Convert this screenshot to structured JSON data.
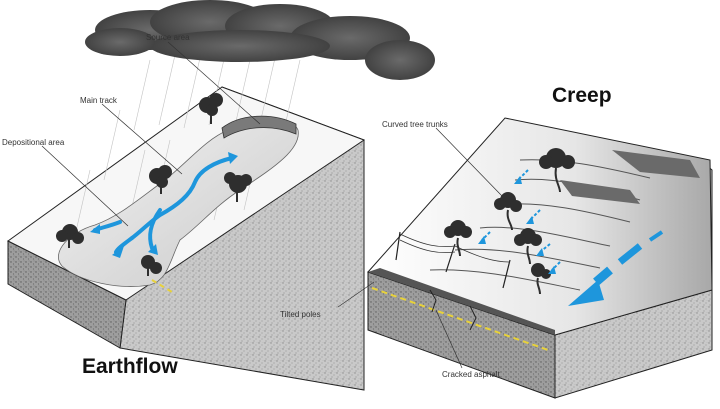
{
  "diagram": {
    "labels": {
      "source_area": "Source area",
      "main_track": "Main track",
      "depositional_area": "Depositional area",
      "curved_tree_trunks": "Curved tree trunks",
      "tilted_poles": "Tilted poles",
      "cracked_asphalt": "Cracked asphalt"
    },
    "titles": {
      "earthflow": "Earthflow",
      "creep": "Creep"
    },
    "colors": {
      "flow_arrow": "#1e96dc",
      "road_stripe": "#e8d23a",
      "cloud": "#4a4a4a",
      "block_side": "#bdbdbd"
    }
  }
}
